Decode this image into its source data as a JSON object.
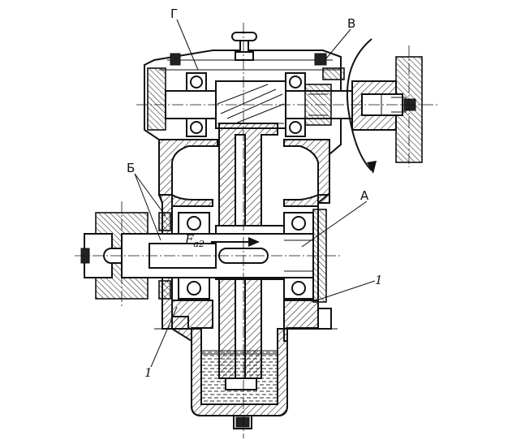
{
  "labels": {
    "g": "Г",
    "v": "В",
    "b": "Б",
    "a": "А",
    "one_right": "1",
    "one_left": "1",
    "force_main": "F",
    "force_sub": "a2"
  },
  "colors": {
    "ink": "#111111",
    "paper": "#ffffff",
    "oil": "#111111"
  }
}
